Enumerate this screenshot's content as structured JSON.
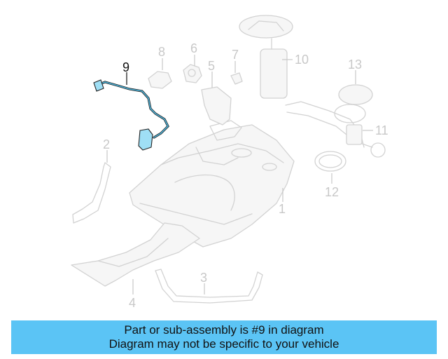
{
  "diagram": {
    "callouts": [
      {
        "id": "1",
        "label": "1"
      },
      {
        "id": "2",
        "label": "2"
      },
      {
        "id": "3",
        "label": "3"
      },
      {
        "id": "4",
        "label": "4"
      },
      {
        "id": "5",
        "label": "5"
      },
      {
        "id": "6",
        "label": "6"
      },
      {
        "id": "7",
        "label": "7"
      },
      {
        "id": "8",
        "label": "8"
      },
      {
        "id": "9",
        "label": "9"
      },
      {
        "id": "10",
        "label": "10"
      },
      {
        "id": "11",
        "label": "11"
      },
      {
        "id": "12",
        "label": "12"
      },
      {
        "id": "13",
        "label": "13"
      }
    ],
    "highlighted_part": "9",
    "highlight_color": "#4fb3d9",
    "part_color": "#d2d2d2"
  },
  "banner": {
    "line1": "Part or sub-assembly is #9 in diagram",
    "line2": "Diagram may not be specific to your vehicle",
    "background": "#5bc4f5"
  }
}
